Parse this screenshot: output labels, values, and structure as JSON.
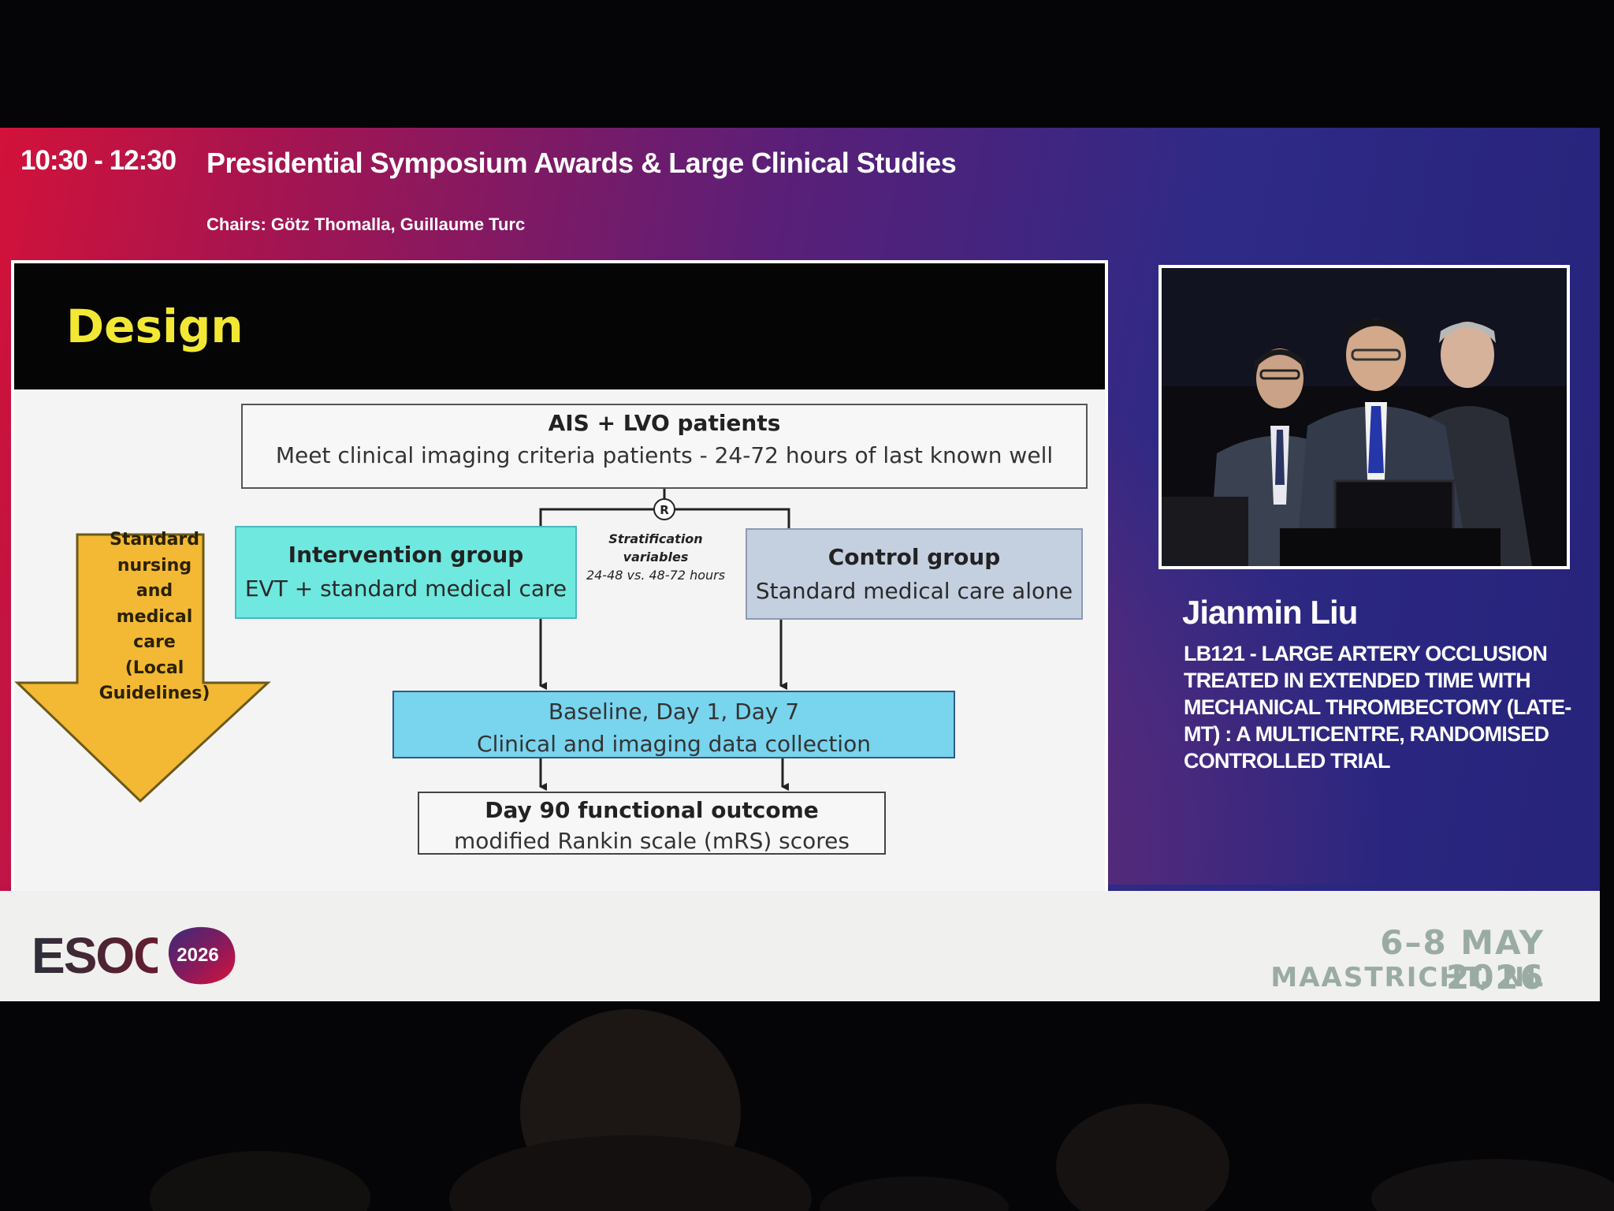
{
  "session": {
    "time": "10:30 - 12:30",
    "title": "Presidential Symposium Awards & Large Clinical Studies",
    "chairs": "Chairs: Götz Thomalla, Guillaume Turc"
  },
  "slide": {
    "title": "Design",
    "patients": {
      "title": "AIS + LVO patients",
      "text": "Meet clinical imaging criteria patients - 24-72 hours of last known well"
    },
    "randomization": "R",
    "stratification": {
      "title": "Stratification variables",
      "text": "24-48 vs. 48-72 hours"
    },
    "intervention": {
      "title": "Intervention group",
      "text": "EVT + standard medical care"
    },
    "control": {
      "title": "Control group",
      "text": "Standard medical care alone"
    },
    "collection": {
      "line1": "Baseline, Day 1, Day 7",
      "line2": "Clinical and imaging data collection"
    },
    "outcome": {
      "title": "Day 90 functional outcome",
      "text": "modified Rankin scale (mRS) scores"
    },
    "side_arrow": [
      "Standard",
      "nursing",
      "and",
      "medical",
      "care",
      "(Local",
      "Guidelines)"
    ]
  },
  "speaker": {
    "name": "Jianmin Liu",
    "talk": "LB121 - LARGE ARTERY OCCLUSION TREATED IN EXTENDED TIME WITH MECHANICAL THROMBECTOMY (LATE-MT) : A MULTICENTRE, RANDOMISED CONTROLLED TRIAL"
  },
  "footer": {
    "logo_word": "ESOC",
    "logo_year": "2026",
    "date": "6–8 MAY 2026",
    "place": "MAASTRICHT, NL"
  },
  "colors": {
    "title_yellow": "#f2e833",
    "intervention": "#6fe8df",
    "control": "#c4d0e0",
    "collection": "#79d4ee",
    "arrow": "#f3b834",
    "brand_red": "#c8102e"
  }
}
